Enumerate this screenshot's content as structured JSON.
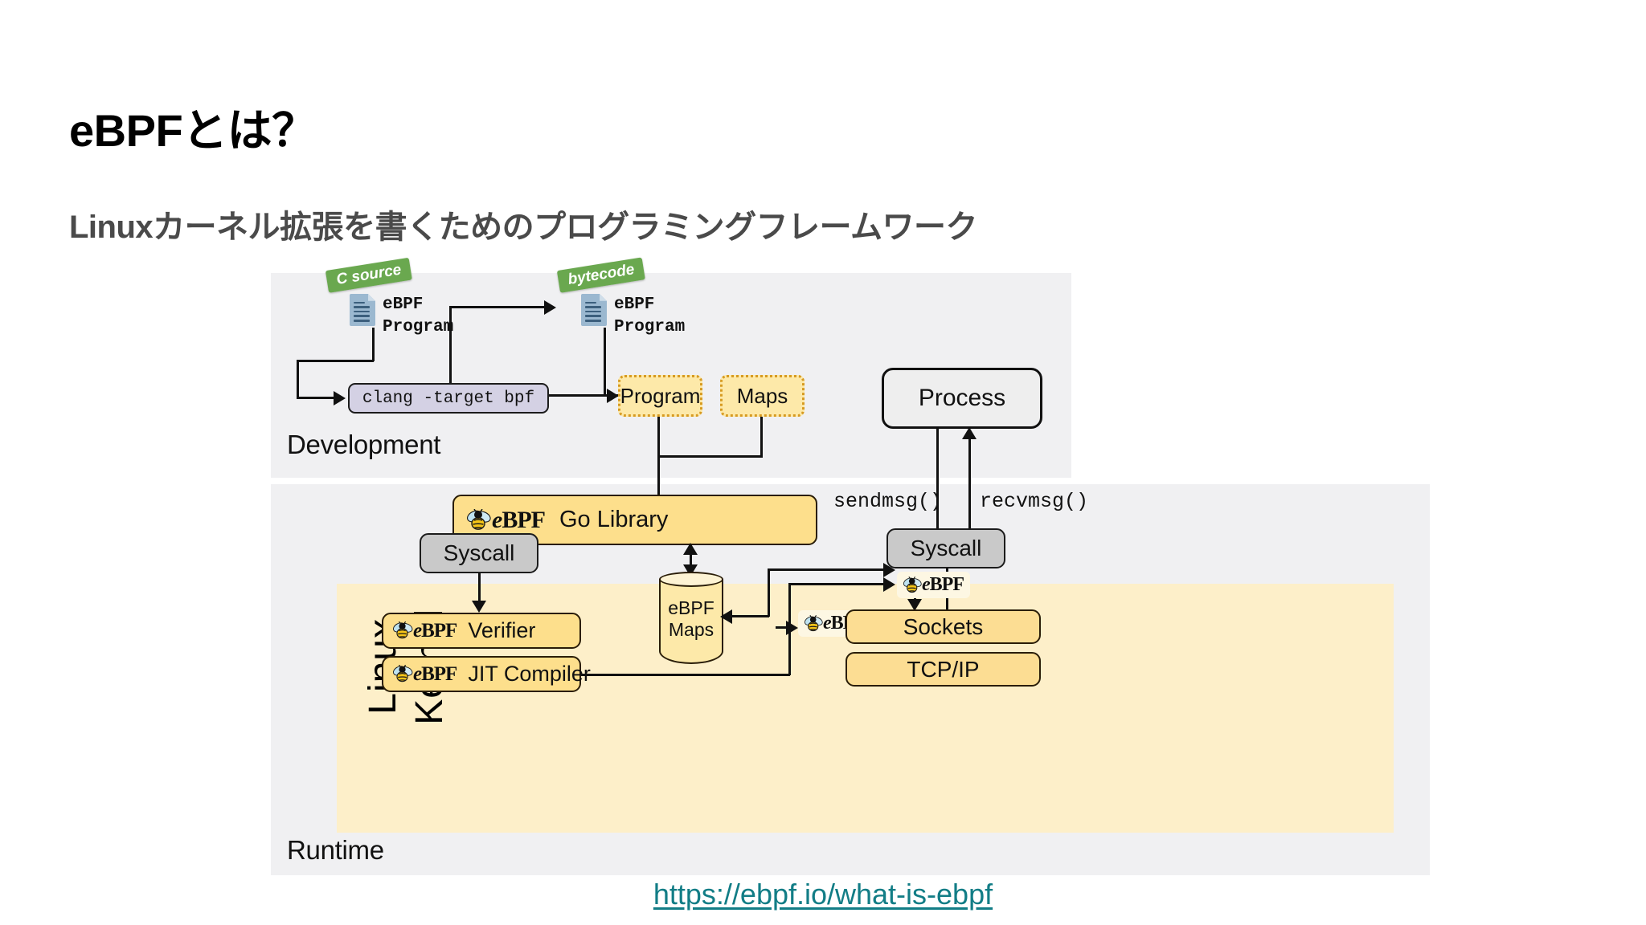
{
  "slide": {
    "title": "eBPFとは？",
    "subtitle": "Linuxカーネル拡張を書くためのプログラミングフレームワーク",
    "source_link": "https://ebpf.io/what-is-ebpf"
  },
  "colors": {
    "panel_gray": "#f0f0f2",
    "kernel_yellow": "#fdefc9",
    "box_yellow": "#fddf8c",
    "box_yellow_light": "#fde9a9",
    "dotted_border": "#d79b22",
    "clang_lavender": "#d4d1e4",
    "syscall_gray": "#c9c9c9",
    "process_gray": "#eeeeee",
    "ribbon_green": "#6aa84f",
    "link_teal": "#127d86",
    "outline_dark": "#2a1d08",
    "doc_blue": "#9bb8d0"
  },
  "diagram": {
    "panels": {
      "development_label": "Development",
      "runtime_label": "Runtime",
      "kernel_label_word1": "Linux",
      "kernel_label_word2": "Kernel"
    },
    "documents": [
      {
        "ribbon": "C source",
        "line1": "eBPF",
        "line2": "Program"
      },
      {
        "ribbon": "bytecode",
        "line1": "eBPF",
        "line2": "Program"
      }
    ],
    "boxes": {
      "clang": "clang -target bpf",
      "program": "Program",
      "maps": "Maps",
      "process": "Process",
      "go_library": "Go Library",
      "syscall_left": "Syscall",
      "syscall_right": "Syscall",
      "verifier": "Verifier",
      "jit_compiler": "JIT Compiler",
      "ebpf_maps_line1": "eBPF",
      "ebpf_maps_line2": "Maps",
      "sockets": "Sockets",
      "tcpip": "TCP/IP"
    },
    "syscall_labels": {
      "send": "sendmsg()",
      "recv": "recvmsg()"
    },
    "logo": {
      "wordmark_e": "e",
      "wordmark_bpf": "BPF"
    }
  }
}
